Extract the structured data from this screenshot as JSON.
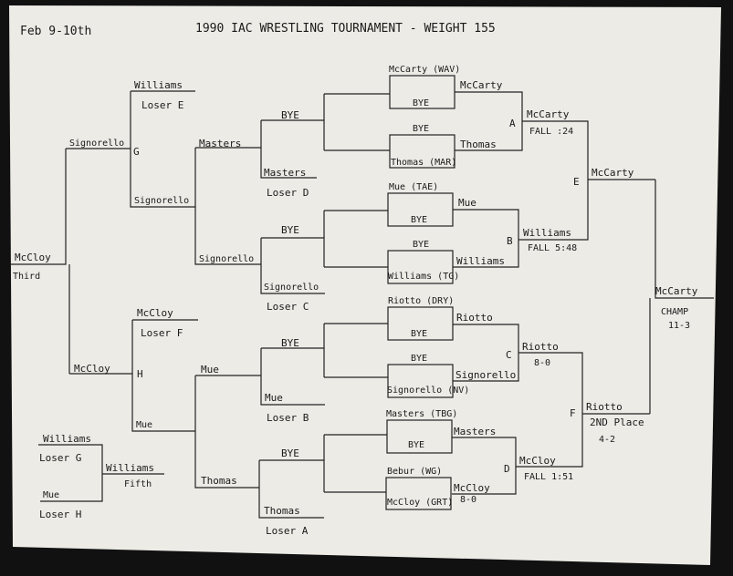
{
  "header": {
    "date": "Feb 9-10th",
    "title": "1990 IAC WRESTLING TOURNAMENT - WEIGHT 155"
  },
  "prelim": {
    "top1": {
      "seed": "McCarty (WAV)",
      "bye": "BYE"
    },
    "top2": {
      "bye": "BYE",
      "seed": "Thomas (MAR)"
    },
    "top3": {
      "seed": "Mue (TAE)",
      "bye": "BYE"
    },
    "top4": {
      "bye": "BYE",
      "seed": "Williams (TG)"
    },
    "bot1": {
      "seed": "Riotto (DRY)",
      "bye": "BYE"
    },
    "bot2": {
      "bye": "BYE",
      "seed": "Signorello (NV)"
    },
    "bot3": {
      "seed": "Masters (TBG)",
      "bye": "BYE"
    },
    "bot4": {
      "seed": "Bebur (WG)",
      "seed2": "McCloy (GRT)",
      "score": "8-0"
    }
  },
  "quarter": {
    "a1": "McCarty",
    "a2": "Thomas",
    "b1": "Mue",
    "b2": "Williams",
    "c1": "Riotto",
    "c2": "Signorello",
    "d1": "Masters",
    "d2": "McCloy",
    "la": "A",
    "lb": "B",
    "lc": "C",
    "ld": "D"
  },
  "semi": {
    "a_w": "McCarty",
    "a_res": "FALL :24",
    "b_w": "Williams",
    "b_res": "FALL 5:48",
    "c_w": "Riotto",
    "c_res": "8-0",
    "d_w": "McCloy",
    "d_res": "FALL 1:51",
    "le": "E",
    "lf": "F"
  },
  "final": {
    "e_w": "McCarty",
    "f_w": "Riotto",
    "champ": "McCarty",
    "champ_label": "CHAMP",
    "champ_score": "11-3",
    "second_label": "2ND Place",
    "second_score": "4-2"
  },
  "consolation": {
    "c1_bye": "BYE",
    "c1_masters": "Masters",
    "c1_masters2": "Masters",
    "c1_loser": "Loser D",
    "c2_bye": "BYE",
    "c2_sig": "Signorello",
    "c2_sig2": "Signorello",
    "c2_loser": "Loser C",
    "c3_bye": "BYE",
    "c3_mue": "Mue",
    "c3_mue2": "Mue",
    "c3_loser": "Loser B",
    "c4_bye": "BYE",
    "c4_thomas": "Thomas",
    "c4_thomas2": "Thomas",
    "c4_loser": "Loser A",
    "g_williams": "Williams",
    "g_loser": "Loser E",
    "g_sig": "Signorello",
    "g_sig2": "Signorello",
    "g_label": "G",
    "h_mccloy": "McCloy",
    "h_loser": "Loser F",
    "h_mue": "Mue",
    "h_mccloy2": "McCloy",
    "h_label": "H",
    "third_name": "McCloy",
    "third_label": "Third",
    "fifth_w1": "Williams",
    "fifth_loser_g": "Loser G",
    "fifth_mue": "Mue",
    "fifth_loser_h": "Loser H",
    "fifth_name": "Williams",
    "fifth_label": "Fifth"
  }
}
